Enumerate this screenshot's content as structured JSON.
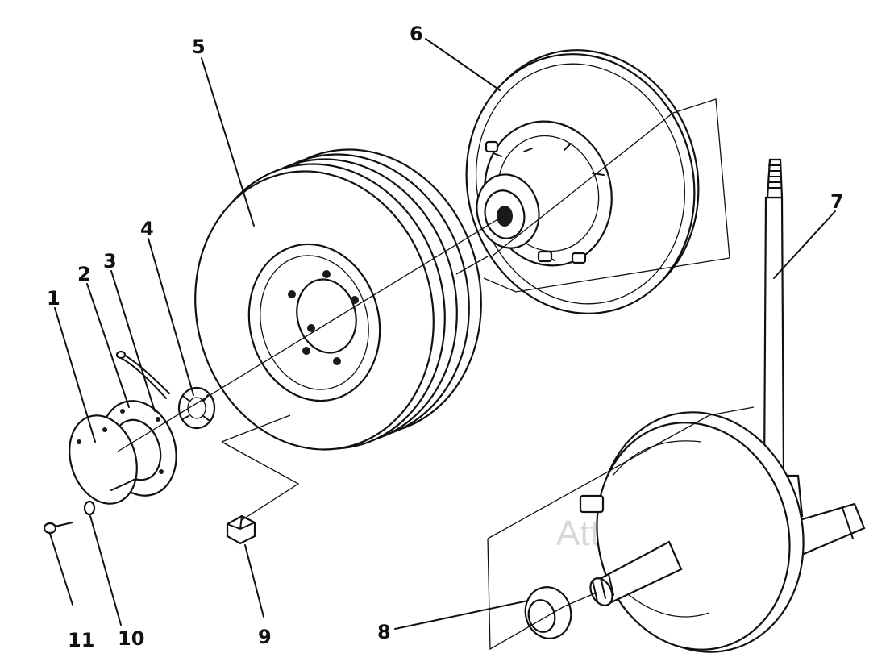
{
  "diagram": {
    "callouts": [
      {
        "num": "1"
      },
      {
        "num": "2"
      },
      {
        "num": "3"
      },
      {
        "num": "4"
      },
      {
        "num": "5"
      },
      {
        "num": "6"
      },
      {
        "num": "7"
      },
      {
        "num": "8"
      },
      {
        "num": "9"
      },
      {
        "num": "10"
      },
      {
        "num": "11"
      }
    ],
    "watermark": "AtticSoft"
  }
}
